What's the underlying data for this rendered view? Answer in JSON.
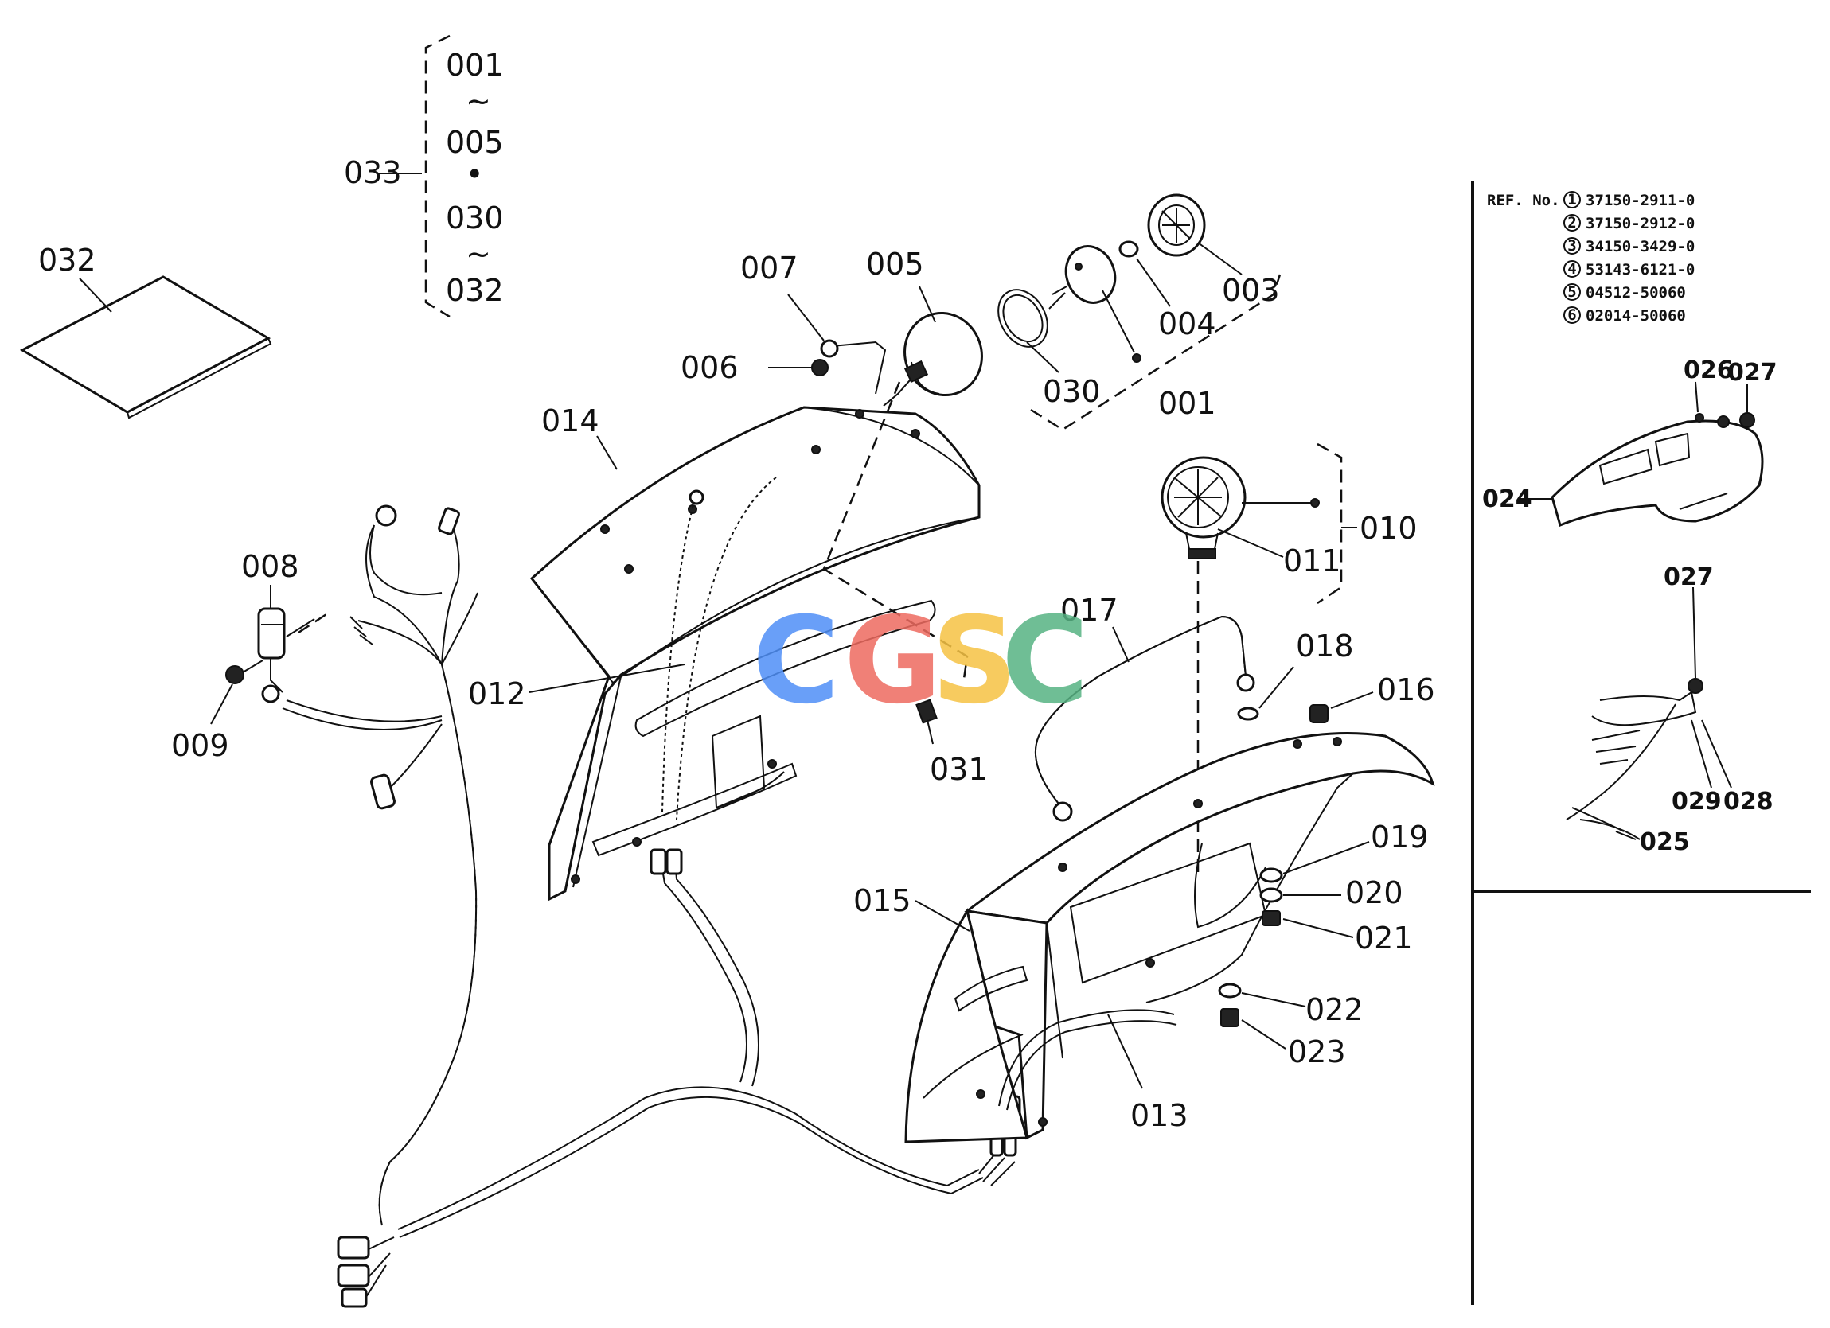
{
  "labels": {
    "p001a": "001",
    "p005a": "005",
    "p030a": "030",
    "p032a": "032",
    "tilde": "~",
    "dot": "•",
    "p033": "033",
    "p032": "032",
    "p007": "007",
    "p005": "005",
    "p006": "006",
    "p014": "014",
    "p030": "030",
    "p001": "001",
    "p004": "004",
    "p003": "003",
    "p008": "008",
    "p009": "009",
    "p012": "012",
    "p010": "010",
    "p011": "011",
    "p017": "017",
    "p018": "018",
    "p016": "016",
    "p031": "031",
    "p019": "019",
    "p020": "020",
    "p015": "015",
    "p021": "021",
    "p022": "022",
    "p023": "023",
    "p013": "013"
  },
  "inset": {
    "ref_prefix": "REF. No.",
    "ref_rows": [
      {
        "num": "1",
        "code": "37150-2911-0"
      },
      {
        "num": "2",
        "code": "37150-2912-0"
      },
      {
        "num": "3",
        "code": "34150-3429-0"
      },
      {
        "num": "4",
        "code": "53143-6121-0"
      },
      {
        "num": "5",
        "code": "04512-50060"
      },
      {
        "num": "6",
        "code": "02014-50060"
      }
    ],
    "labels": {
      "p026": "026",
      "p027a": "027",
      "p024": "024",
      "p027b": "027",
      "p029": "029",
      "p028": "028",
      "p025": "025"
    }
  },
  "watermark": {
    "letters": [
      "C",
      "G",
      "S",
      "C"
    ],
    "colors": [
      "#4f8ff7",
      "#ee6b60",
      "#f6c344",
      "#57b383"
    ]
  }
}
